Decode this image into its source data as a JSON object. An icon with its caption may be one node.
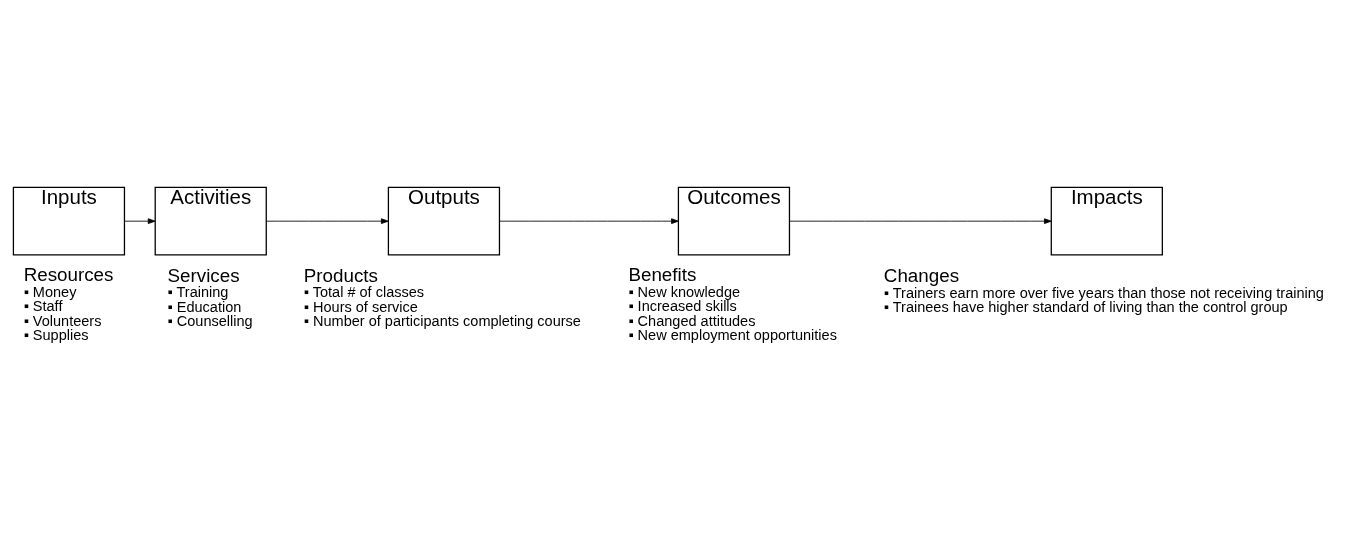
{
  "diagram": {
    "nodes": [
      {
        "text": [
          "Inputs"
        ],
        "beside": [
          "Resources",
          "▪ Money",
          "▪ Staff",
          "▪ Volunteers",
          "▪ Supplies"
        ]
      },
      {
        "text": [
          "Activities"
        ],
        "beside": [
          "Services",
          "▪ Training",
          "▪ Education",
          "▪ Counselling"
        ]
      },
      {
        "text": [
          "Outputs"
        ],
        "beside": [
          "Products",
          "▪ Total # of classes",
          "▪ Hours of service",
          "▪ Number of participants completing course"
        ]
      },
      {
        "text": [
          "Outcomes"
        ],
        "beside": [
          "Benefits",
          "▪ New knowledge",
          "▪ Increased skills",
          "▪ Changed attitudes",
          "▪ New employment opportunities"
        ]
      },
      {
        "text": [
          "Impacts"
        ],
        "beside": [
          "Changes",
          "▪ Trainers earn more over five years than those not receiving training",
          "▪ Trainees have higher standard of living than the control group"
        ]
      }
    ],
    "edges": [
      {
        "from": 0,
        "to": 1,
        "arrow": "to"
      },
      {
        "from": 1,
        "to": 2,
        "arrow": "to"
      },
      {
        "from": 2,
        "to": 3,
        "arrow": "to"
      },
      {
        "from": 3,
        "to": 4,
        "arrow": "to"
      }
    ]
  }
}
